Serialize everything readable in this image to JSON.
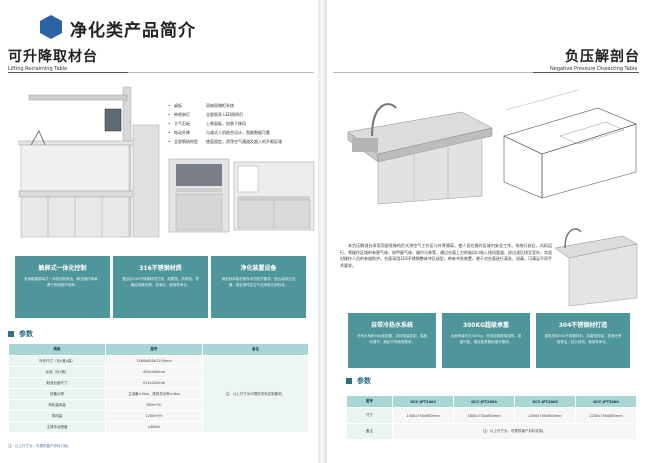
{
  "header": {
    "main_title": "净化类产品简介"
  },
  "left": {
    "product_cn": "可升降取材台",
    "product_en": "Lifting Reclaiming Table",
    "features": [
      {
        "key": "桌板",
        "val": "双抽屉储柜系统"
      },
      {
        "key": "带喷淋灯",
        "val": "全屏照亮 LED照明灯"
      },
      {
        "key": "大气石板",
        "val": "上装面板，加装下移风"
      },
      {
        "key": "电动升降",
        "val": "与减式人机结合设计，智能数据可靠"
      },
      {
        "key": "全部钢结构型",
        "val": "使面固定，质净空气通道及超入的开眼区域"
      }
    ],
    "cards": [
      {
        "title": "触屏式一体化控制",
        "desc": "采用触摸屏幕式一体化控制系统，解决操作简单，便于系统维护保养。"
      },
      {
        "title": "316不锈钢材质",
        "desc": "整台由316不锈钢材质打造，耐腐蚀，防锈蚀，表面经特殊处理，易清洁，使用寿命长。"
      },
      {
        "title": "净化装置设备",
        "desc": "满足标本取材操作中的防护要求，配合高效过滤器，保证操作区空气洁净度达到标准。"
      }
    ],
    "param_title": "参数",
    "table": {
      "headers": [
        "规格",
        "型号",
        "备注"
      ],
      "rows": [
        {
          "label": "外形尺寸（长x宽x高）",
          "value": "1560x800x2100mm"
        },
        {
          "label": "水池（长x宽）",
          "value": "400x400mm"
        },
        {
          "label": "取液台面尺寸",
          "value": "915x420mm"
        },
        {
          "label": "设备功率",
          "value": "主设备≥3kw，排风总功率≥4kw"
        },
        {
          "label": "净化装风量",
          "value": "850m³/h"
        },
        {
          "label": "排风量",
          "value": "1200m³/h"
        },
        {
          "label": "主操作台照度",
          "value": "≥800lx"
        }
      ],
      "note": "注：以上尺寸为可提供非标定制服务。"
    },
    "footnote": "注：以上尺寸为，可提供客户非标订制。"
  },
  "right": {
    "product_cn": "负压解剖台",
    "product_en": "Negative Pressure Dissecting Table",
    "intro": "本负压解剖台采用顶部进微的负式排空气工作区与外界隔离，使人员在操作区域内安全工作。系统开启后，风机运行，将操作区域的有害气体、如甲醛气体、福尔马林等，通过台面上方的吸风口吸入排风管道，经过滤后排至室外，实现对操作人员的有效防护。台面采用316不锈钢整体冲压成型，带有冲洗装置，便于对台面进行清洗、消毒，可满足不同手术要求。",
    "cards": [
      {
        "title": "自带冷热水系统",
        "desc": "冷热水系统为标准配置，支持恒温控制，温度可调节，满足不同使用需求。"
      },
      {
        "title": "300KG超级承重",
        "desc": "台面承重可达300kg，采用加强框架结构，稳固可靠，满足各类解剖操作需求。"
      },
      {
        "title": "304不锈钢材打造",
        "desc": "整机采用304不锈钢材料，抗腐蚀性强，表面光滑易清洁，经久耐用，使用寿命长。"
      }
    ],
    "param_title": "参数",
    "table": {
      "headers": [
        "型号",
        "GCC-JPT2400",
        "GCC-JPT2600",
        "GCC-JPT2800",
        "GCC-JPT3000"
      ],
      "size_label": "尺寸",
      "sizes": [
        "1500x750x850mm",
        "1800x750x850mm",
        "2000x750x850mm",
        "2200x750x850mm"
      ],
      "remark_label": "备注",
      "remark": "注：以上尺寸为，可提供客户非标定制。"
    }
  }
}
